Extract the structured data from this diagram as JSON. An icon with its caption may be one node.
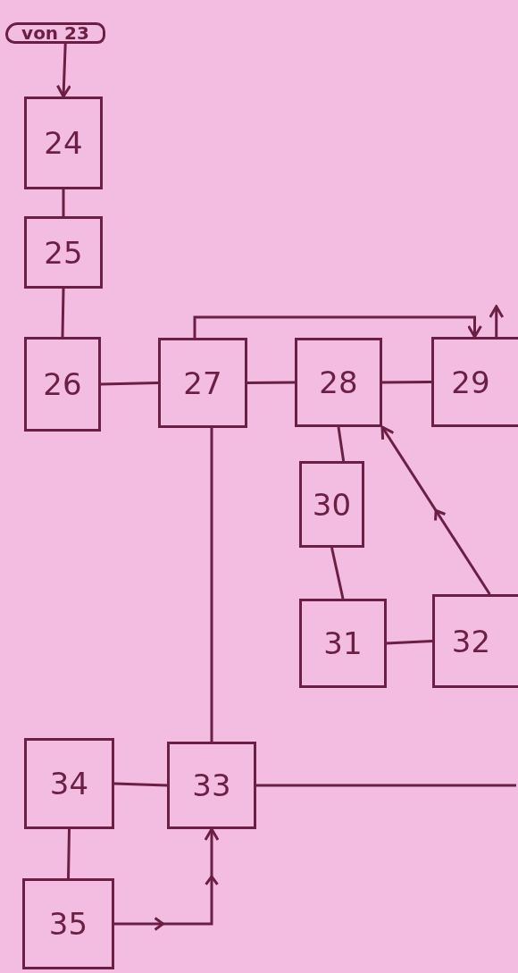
{
  "diagram": {
    "nodes": [
      {
        "text": [
          "von 23"
        ]
      },
      {
        "text": [
          "24"
        ]
      },
      {
        "text": [
          "25"
        ]
      },
      {
        "text": [
          "26"
        ]
      },
      {
        "text": [
          "27"
        ]
      },
      {
        "text": [
          "28"
        ]
      },
      {
        "text": [
          "29"
        ]
      },
      {
        "text": [
          "30"
        ]
      },
      {
        "text": [
          "31"
        ]
      },
      {
        "text": [
          "32"
        ]
      },
      {
        "text": [
          "34"
        ]
      },
      {
        "text": [
          "33"
        ]
      },
      {
        "text": [
          "35"
        ]
      }
    ],
    "edges": [
      {
        "from": 0,
        "to": 1,
        "arrow": "to"
      },
      {
        "from": 1,
        "to": 2,
        "arrow": "none"
      },
      {
        "from": 2,
        "to": 3,
        "arrow": "none"
      },
      {
        "from": 3,
        "to": 4,
        "arrow": "none"
      },
      {
        "from": 4,
        "to": 5,
        "arrow": "none"
      },
      {
        "from": 5,
        "to": 6,
        "arrow": "none"
      },
      {
        "from": 4,
        "to": 6,
        "arrow": "to"
      },
      {
        "from": 6,
        "to": null,
        "arrow": "to"
      },
      {
        "from": 5,
        "to": 7,
        "arrow": "none"
      },
      {
        "from": 7,
        "to": 8,
        "arrow": "none"
      },
      {
        "from": 8,
        "to": 9,
        "arrow": "none"
      },
      {
        "from": 9,
        "to": 5,
        "arrow": "to"
      },
      {
        "from": 4,
        "to": 11,
        "arrow": "none"
      },
      {
        "from": 10,
        "to": 11,
        "arrow": "none"
      },
      {
        "from": 10,
        "to": 12,
        "arrow": "none"
      },
      {
        "from": 12,
        "to": 11,
        "arrow": "to"
      },
      {
        "from": 11,
        "to": null,
        "arrow": "none"
      }
    ]
  }
}
